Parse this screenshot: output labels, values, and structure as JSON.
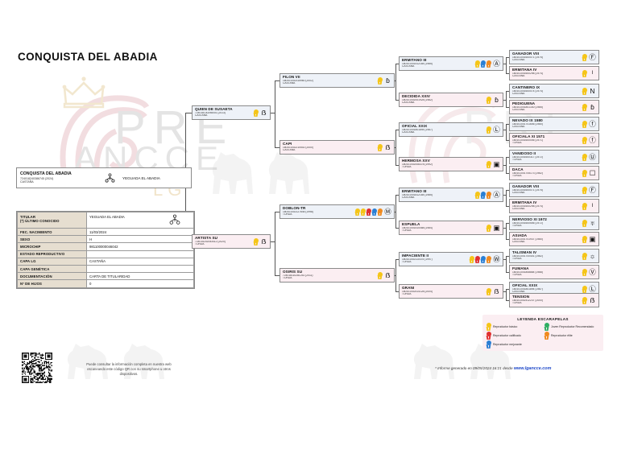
{
  "document": {
    "title": "CONQUISTA DEL ABADIA",
    "watermark": {
      "pre": "PRE",
      "ancce": "ANCCE",
      "lg": "LG"
    }
  },
  "subject": {
    "name": "CONQUISTA DEL ABADIA",
    "code": "724018240386745 (2024)",
    "coat": "CASTAÑA",
    "owner": "YEGUADA EL ABADIA"
  },
  "details": {
    "rows": [
      {
        "key": "TITULAR",
        "key2": "(*) ÚLTIMO CONOCIDO",
        "value": "YEGUADA EL ABADIA"
      },
      {
        "key": "FEC. NACIMIENTO",
        "value": "11/03/2024"
      },
      {
        "key": "SEXO",
        "value": "H"
      },
      {
        "key": "MICROCHIP",
        "value": "981100000046042"
      },
      {
        "key": "ESTADO REPRODUCTIVO",
        "value": ""
      },
      {
        "key": "CAPA LG",
        "value": "CASTAÑA"
      },
      {
        "key": "CAPA GENÉTICA",
        "value": ""
      },
      {
        "key": "DOCUMENTACIÓN",
        "value": "CARTA DE TITULARIDAD"
      },
      {
        "key": "Nº DE HIJOS",
        "value": "0"
      }
    ]
  },
  "pedigree": {
    "gen1": [
      {
        "id": "sire",
        "name": "QUIEN DE SUSAETA",
        "code": "724018130298001 (2013)",
        "coat": "CASTAÑA",
        "sex": "male",
        "rosettes": [
          "basico"
        ],
        "brand": "ẞ"
      },
      {
        "id": "dam",
        "name": "ARTISTA SU",
        "code": "724015202053412 (2020)",
        "coat": "TORDA",
        "sex": "female",
        "rosettes": [
          "basico"
        ],
        "brand": "ẞ"
      }
    ],
    "gen2": [
      {
        "name": "FILON VII",
        "code": "180101002315960 (2002)",
        "coat": "CASTAÑA",
        "sex": "male",
        "rosettes": [
          "basico"
        ],
        "brand": "ɓ"
      },
      {
        "name": "CAPI",
        "code": "180101002210502 (2000)",
        "coat": "CASTAÑA",
        "sex": "female",
        "rosettes": [
          "basico"
        ],
        "brand": "ẞ"
      },
      {
        "name": "DOBLON-TR",
        "code": "180101002127845 (1998)",
        "coat": "TORDA",
        "sex": "male",
        "rosettes": [
          "basico",
          "basico",
          "calificado",
          "mejorante",
          "elite"
        ],
        "brand": "Ⓜ"
      },
      {
        "name": "OSIRIS SU",
        "code": "724018110281251 (2011)",
        "coat": "TORDA",
        "sex": "female",
        "rosettes": [
          "basico"
        ],
        "brand": "ẞ"
      }
    ],
    "gen3": [
      {
        "name": "ERMITAÑO III",
        "code": "180101001512184 (1985)",
        "coat": "CASTAÑA",
        "sex": "male",
        "rosettes": [
          "basico",
          "mejorante",
          "elite"
        ],
        "brand": "Ⓐ"
      },
      {
        "name": "DECIDIDA XXIV",
        "code": "180101002001928 (1982)",
        "coat": "CASTAÑA",
        "sex": "female",
        "rosettes": [
          "basico"
        ],
        "brand": "ɓ"
      },
      {
        "name": "OFICIAL XXIX",
        "code": "180101001801894 (1987)",
        "coat": "CASTAÑA",
        "sex": "male",
        "rosettes": [
          "basico"
        ],
        "brand": "Ⓛ"
      },
      {
        "name": "HERMOSA XXV",
        "code": "180101002008378 (1992)",
        "coat": "TORDA",
        "sex": "female",
        "rosettes": [
          "basico"
        ],
        "brand": "▣"
      },
      {
        "name": "ERMITAÑO III",
        "code": "180101001812184 (1985)",
        "coat": "CASTAÑA",
        "sex": "male",
        "rosettes": [
          "basico",
          "mejorante",
          "elite"
        ],
        "brand": "Ⓐ"
      },
      {
        "name": "ESPUELA",
        "code": "180101001510088 (1984)",
        "coat": "TORDA",
        "sex": "female",
        "rosettes": [
          "basico"
        ],
        "brand": "▣"
      },
      {
        "name": "IMPACIENTE II",
        "code": "180101002110375 (1997)",
        "coat": "TORDA",
        "sex": "male",
        "rosettes": [
          "basico",
          "calificado",
          "mejorante",
          "elite"
        ],
        "brand": "Ⓦ"
      },
      {
        "name": "GRANI",
        "code": "180101002414128 (2004)",
        "coat": "TORDA",
        "sex": "female",
        "rosettes": [
          "basico"
        ],
        "brand": "ẞ"
      }
    ],
    "gen4": [
      {
        "name": "GANADOR VIII",
        "code": "180101001600071 (1975)",
        "coat": "CASTAÑA",
        "sex": "male",
        "rosettes": [
          "basico"
        ],
        "brand": "Ⓕ"
      },
      {
        "name": "ERMITANA IV",
        "code": "180101001600298 (1974)",
        "coat": "CASTAÑA",
        "sex": "female",
        "rosettes": [
          "basico"
        ],
        "brand": "ᴵ"
      },
      {
        "name": "CANTINERO IX",
        "code": "180101001600074 (1974)",
        "coat": "CASTAÑA",
        "sex": "male",
        "rosettes": [
          "basico"
        ],
        "brand": "N"
      },
      {
        "name": "PEDIGUEÑA",
        "code": "180101001801330 (1985)",
        "coat": "CASTAÑA",
        "sex": "female",
        "rosettes": [
          "basico"
        ],
        "brand": "ɓ"
      },
      {
        "name": "NEVADO IX 1580",
        "code": "180101001701606 (1980)",
        "coat": "CASTAÑA",
        "sex": "male",
        "rosettes": [
          "basico"
        ],
        "brand": "ⓕ"
      },
      {
        "name": "OFICIALA XI 1571",
        "code": "180101001600006 (1971)",
        "coat": "TORDA",
        "sex": "female",
        "rosettes": [
          "basico"
        ],
        "brand": "ⓕ"
      },
      {
        "name": "VANIDOSO II",
        "code": "180101001600317 (1972)",
        "coat": "TORDA",
        "sex": "male",
        "rosettes": [
          "basico"
        ],
        "brand": "Ⓤ"
      },
      {
        "name": "DACA",
        "code": "180101001705173 (1982)",
        "coat": "TORDA",
        "sex": "female",
        "rosettes": [
          "basico"
        ],
        "brand": "☐"
      },
      {
        "name": "GANADOR VIII",
        "code": "180101001600071 (1975)",
        "coat": "CASTAÑA",
        "sex": "male",
        "rosettes": [
          "basico"
        ],
        "brand": "Ⓕ"
      },
      {
        "name": "ERMITANA IV",
        "code": "180101001600298 (1974)",
        "coat": "CASTAÑA",
        "sex": "female",
        "rosettes": [
          "basico"
        ],
        "brand": "ᴵ"
      },
      {
        "name": "NERVIOSO XI 1972",
        "code": "180101001600506 (1972)",
        "coat": "TORDA",
        "sex": "male",
        "rosettes": [
          "basico"
        ],
        "brand": "♅"
      },
      {
        "name": "ASIADA",
        "code": "180101001701937 (1980)",
        "coat": "CASTAÑA",
        "sex": "female",
        "rosettes": [
          "basico"
        ],
        "brand": "▣"
      },
      {
        "name": "TALISMAN IV",
        "code": "180101001700401 (1982)",
        "coat": "TORDA",
        "sex": "male",
        "rosettes": [
          "basico"
        ],
        "brand": "☼"
      },
      {
        "name": "FUMANA",
        "code": "180101001808884 (1988)",
        "coat": "TORDA",
        "sex": "female",
        "rosettes": [
          "basico"
        ],
        "brand": "Ⓥ"
      },
      {
        "name": "OFICIAL XXIX",
        "code": "180101001801894 (1987)",
        "coat": "CASTAÑA",
        "sex": "male",
        "rosettes": [
          "basico"
        ],
        "brand": "Ⓛ"
      },
      {
        "name": "TENSION",
        "code": "180101002412237 (2000)",
        "coat": "TORDA",
        "sex": "female",
        "rosettes": [
          "basico"
        ],
        "brand": "ẞ"
      }
    ]
  },
  "legend": {
    "title": "LEYENDA ESCARAPELAS",
    "items_left": [
      {
        "type": "basico",
        "label": "Reproductor básico"
      },
      {
        "type": "calificado",
        "label": "Reproductor calificado"
      },
      {
        "type": "mejorante",
        "label": "Reproductor mejorante"
      }
    ],
    "items_right": [
      {
        "type": "joven",
        "label": "Joven Reproductor Recomendado"
      },
      {
        "type": "elite",
        "label": "Reproductor élite"
      }
    ]
  },
  "footer": {
    "qr_note": "Puede consultar la información completa en nuestra web escaneando este código QR con su smartphone u otros dispositivos.",
    "generated_prefix": "* Informe generado en 09/05/2024 16:21 desde ",
    "generated_site": "www.lgancce.com"
  },
  "colors": {
    "basico": "#f5c518",
    "calificado": "#e03030",
    "mejorante": "#2a7fd4",
    "joven": "#2fae62",
    "elite": "#f08a1e",
    "male_bg": "#eef2f8",
    "female_bg": "#fbeef2",
    "table_key_bg": "#e6ded0",
    "link": "#1f49c9"
  }
}
